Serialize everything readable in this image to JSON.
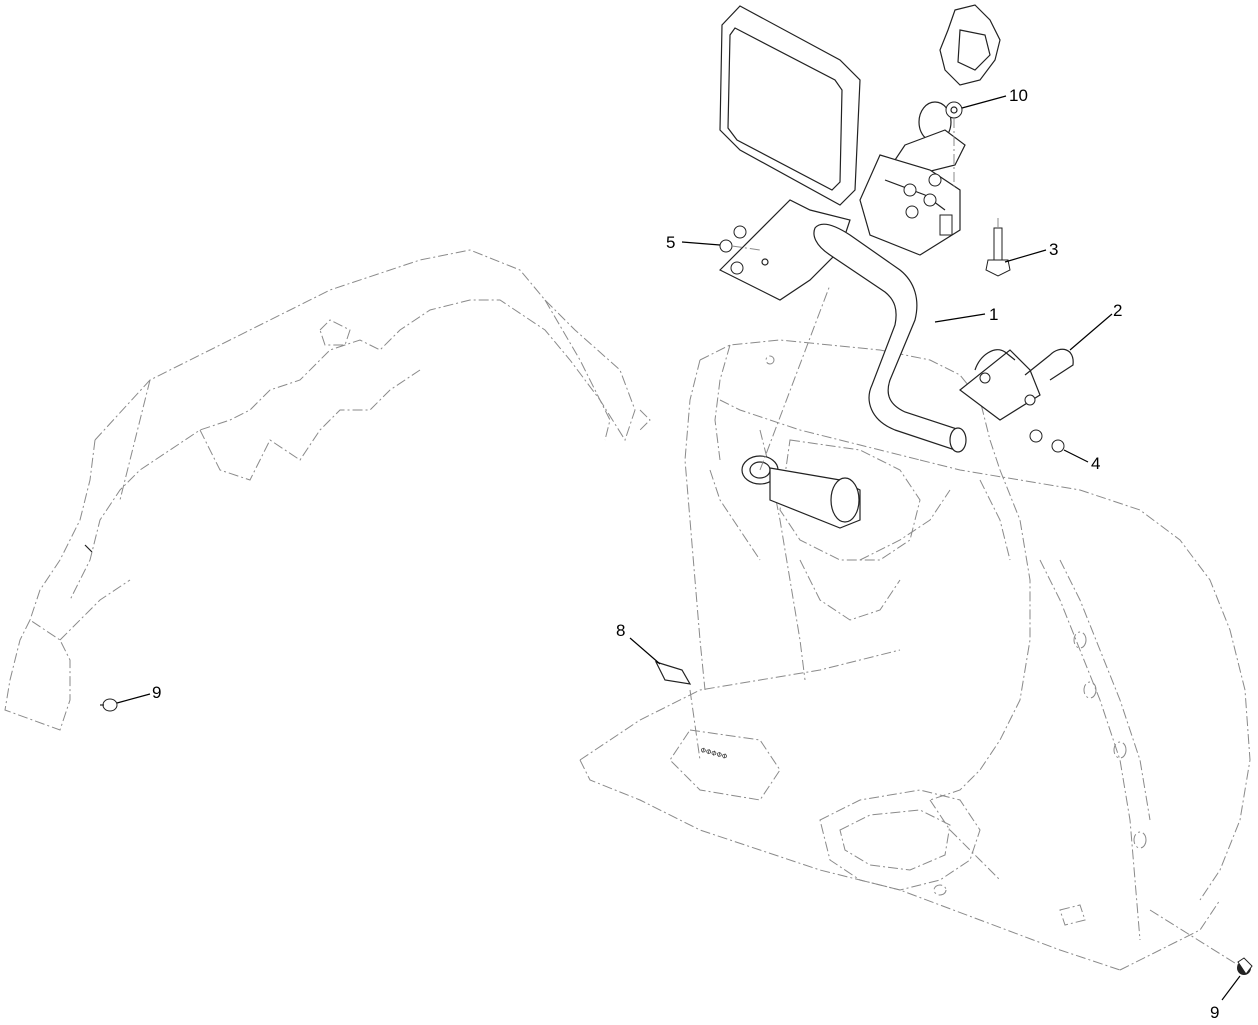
{
  "callouts": [
    {
      "id": "1",
      "label": "1"
    },
    {
      "id": "2",
      "label": "2"
    },
    {
      "id": "3",
      "label": "3"
    },
    {
      "id": "4",
      "label": "4"
    },
    {
      "id": "5",
      "label": "5"
    },
    {
      "id": "8",
      "label": "8"
    },
    {
      "id": "9a",
      "label": "9"
    },
    {
      "id": "9b",
      "label": "9"
    },
    {
      "id": "10",
      "label": "10"
    }
  ]
}
